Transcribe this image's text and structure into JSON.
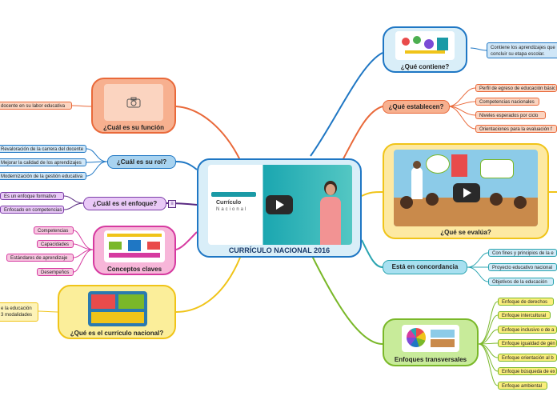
{
  "central": {
    "title": "CURRÍCULO NACIONAL 2016",
    "video_caption_top": "Currículo",
    "video_caption_mid": "Nacional"
  },
  "right": {
    "contiene": {
      "label": "¿Qué contiene?",
      "detail": "Contiene los aprendizajes que\nconcluir su etapa escolar."
    },
    "establecen": {
      "label": "¿Qué establecen?",
      "items": [
        "Perfil de egreso de educación básic",
        "Competencias nacionales",
        "Niveles esperados por ciclo",
        "Orientaciones para la evaluación f"
      ]
    },
    "evalua": {
      "label": "¿Qué se evalúa?"
    },
    "concordancia": {
      "label": "Está en concordancia",
      "items": [
        "Con fines y principios de la e",
        "Proyecto educativo nacional",
        "Objetivos de la educación"
      ]
    },
    "enfoques": {
      "label": "Enfoques transversales",
      "items": [
        "Enfoque de derechos",
        "Enfoque intercultural",
        "Enfoque inclusivo o de a",
        "Enfoque igualdad de gén",
        "Enfoque orientación al b",
        "Enfoque búsqueda de ex",
        "Enfoque ambiental"
      ]
    }
  },
  "left": {
    "funcion": {
      "label": "¿Cuál es su función",
      "items": [
        "docente en su labor educativa"
      ]
    },
    "rol": {
      "label": "¿Cuál es su rol?",
      "items": [
        "Revaloración de la carrera del docente",
        "Mejorar la calidad de los aprendizajes",
        "Modernización de la gestión educativa"
      ]
    },
    "enfoque": {
      "label": "¿Cuál es el enfoque?",
      "items": [
        "Es un enfoque formativo",
        "Enfocado en competencias"
      ]
    },
    "conceptos": {
      "label": "Conceptos claves",
      "items": [
        "Competencias",
        "Capacidades",
        "Estándares de aprendizaje",
        "Desempeños"
      ]
    },
    "que_es": {
      "label": "¿Qué es el currículo nacional?",
      "items": [
        "e la educación\n3 modalidades"
      ]
    }
  },
  "colors": {
    "blue": "#1f77c4",
    "orange": "#e9693a",
    "purple": "#5a2a82",
    "pink": "#d63aa0",
    "yellow": "#f0c419",
    "green": "#7ab829",
    "teal": "#2aa4b0"
  },
  "icons": [
    "camera-icon",
    "play-icon",
    "note-icon"
  ]
}
